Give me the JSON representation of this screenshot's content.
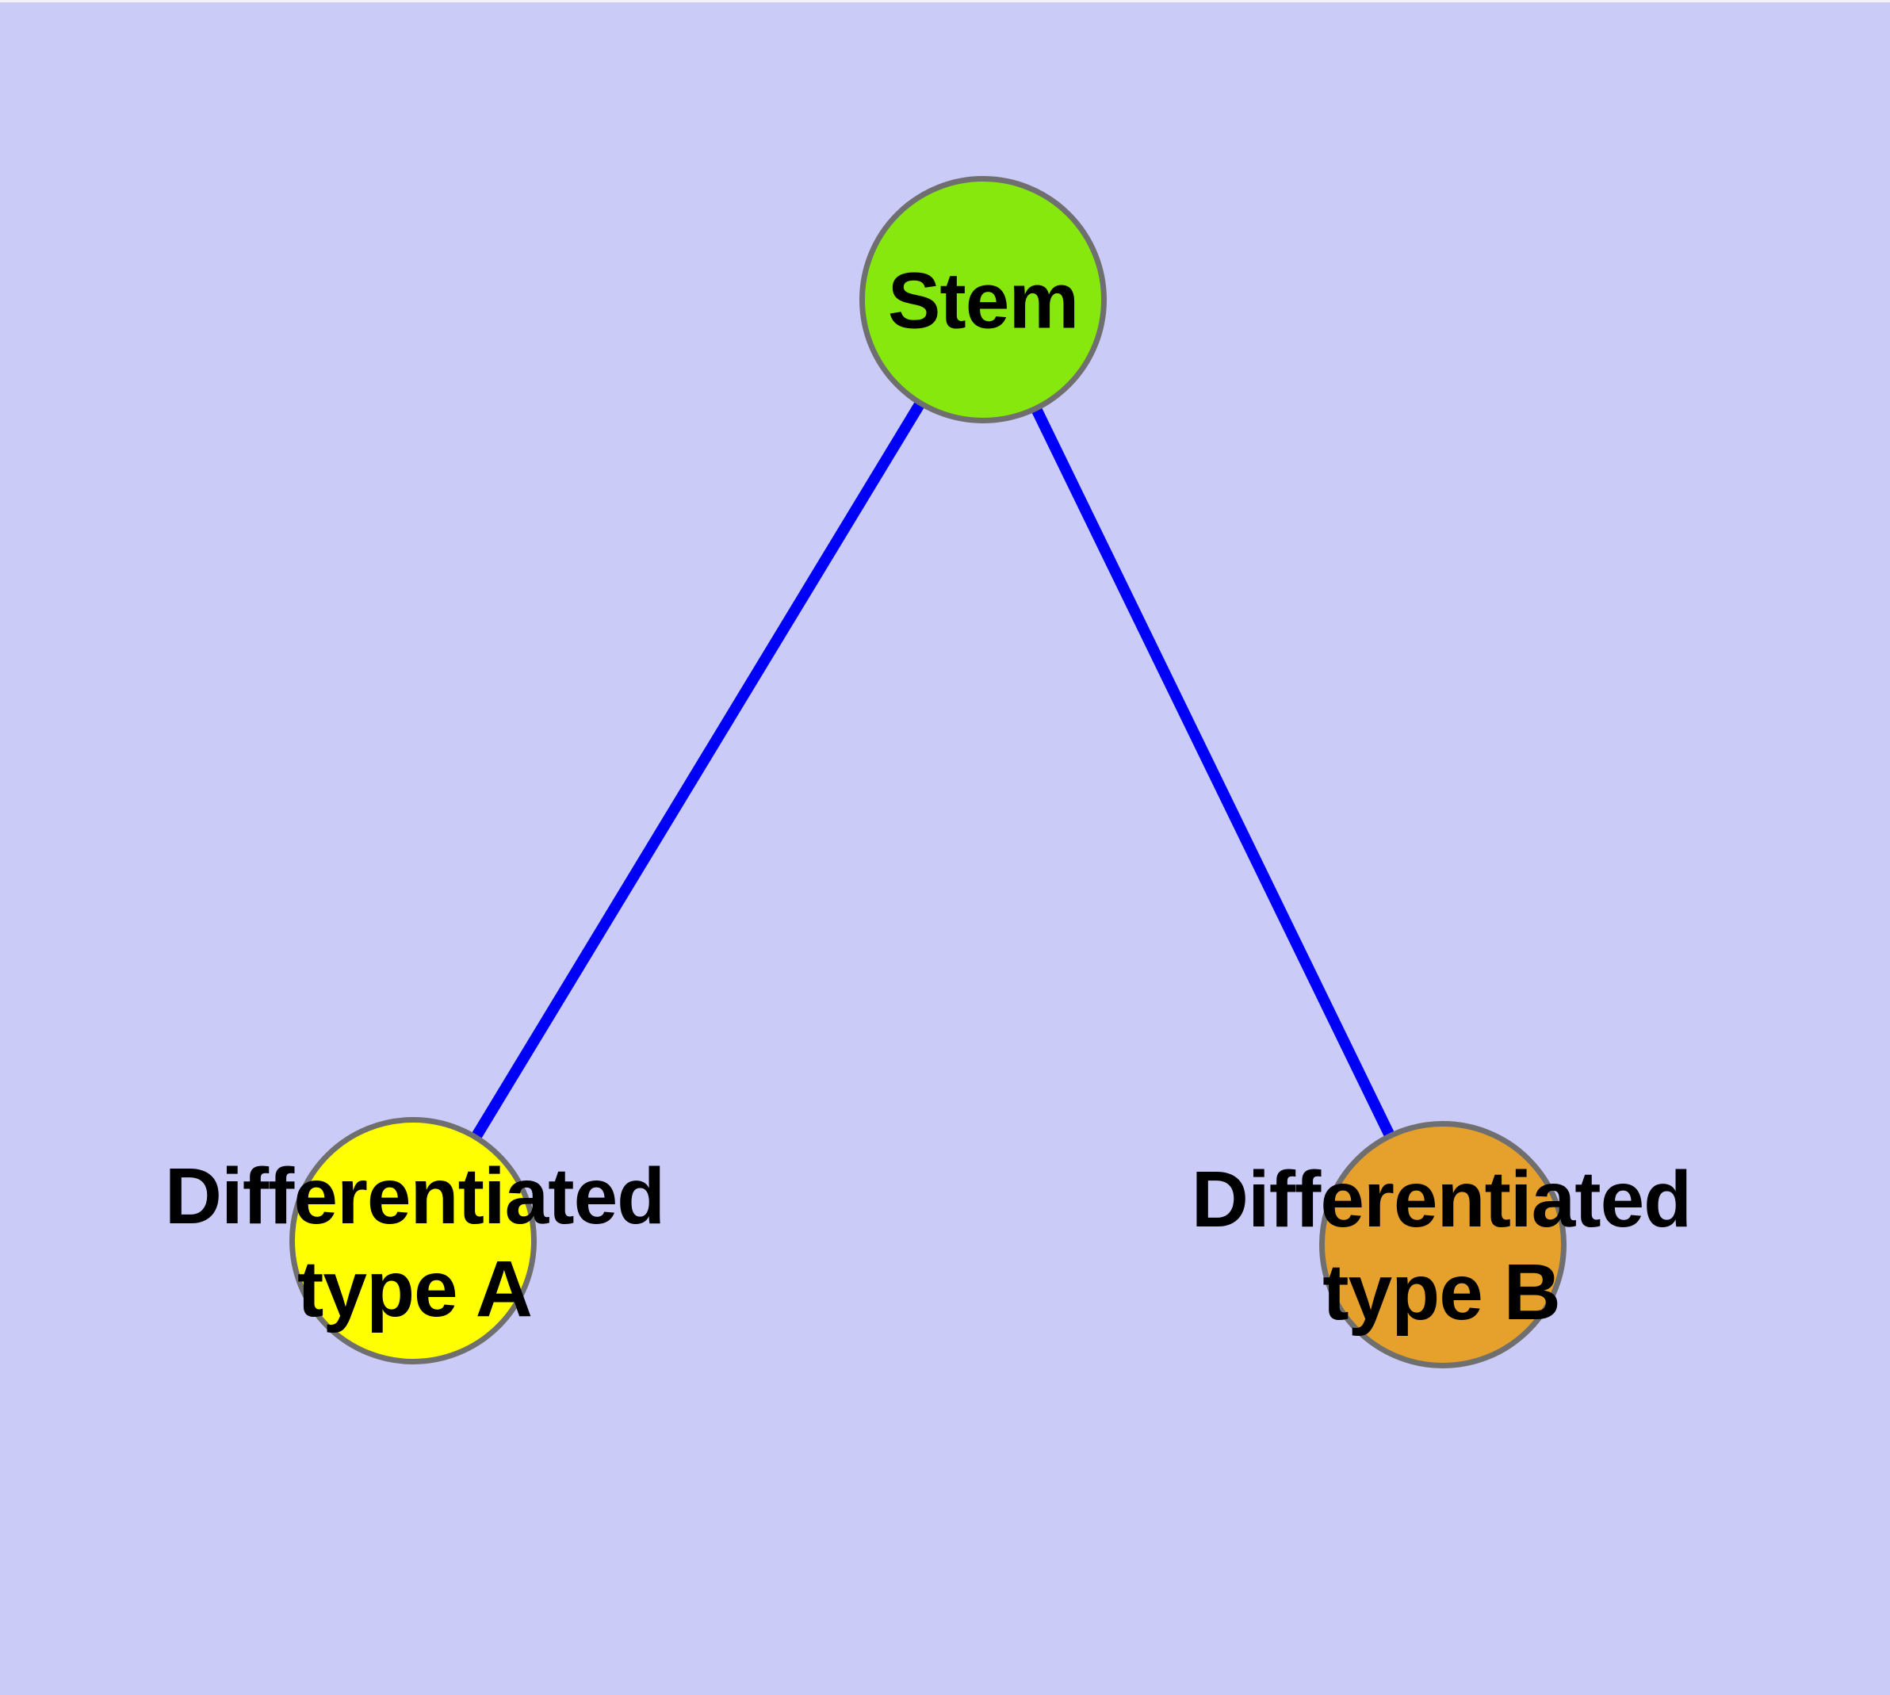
{
  "diagram": {
    "background_color": "#CBCBF8",
    "edge_color": "#0000F8",
    "node_border_color": "#6F6F6F",
    "label_color": "#000000",
    "nodes": [
      {
        "id": "stem",
        "label": "Stem",
        "lines": [
          "Stem"
        ],
        "fill": "#86E80D"
      },
      {
        "id": "differentiated-type-a",
        "label": "Differentiated type A",
        "lines": [
          "Differentiated",
          "type A"
        ],
        "fill": "#FFFF00"
      },
      {
        "id": "differentiated-type-b",
        "label": "Differentiated type B",
        "lines": [
          "Differentiated",
          "type B"
        ],
        "fill": "#E6A02C"
      }
    ],
    "edges": [
      {
        "from": "stem",
        "to": "differentiated-type-a"
      },
      {
        "from": "stem",
        "to": "differentiated-type-b"
      }
    ]
  }
}
